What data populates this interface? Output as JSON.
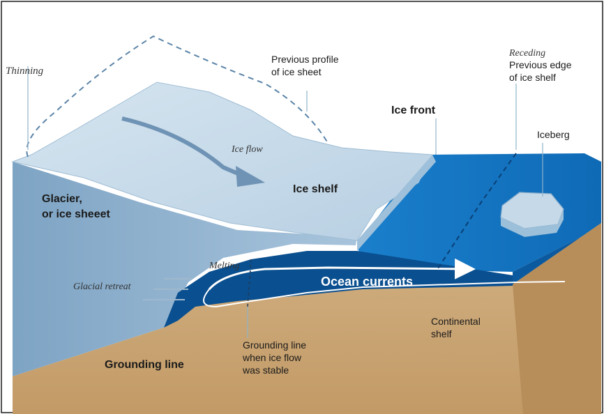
{
  "labels": {
    "thinning": "Thinning",
    "previous_profile": [
      "Previous profile",
      "of ice sheet"
    ],
    "receding": "Receding",
    "previous_edge": [
      "Previous edge",
      "of ice shelf"
    ],
    "ice_front": "Ice front",
    "iceberg": "Iceberg",
    "ice_flow": "Ice flow",
    "ice_shelf": "Ice shelf",
    "glacier": [
      "Glacier,",
      "or ice sheeet"
    ],
    "melting": "Melting",
    "glacial_retreat": "Glacial retreat",
    "ocean_currents": "Ocean currents",
    "grounding_line": "Grounding line",
    "grounding_line_stable": [
      "Grounding line",
      "when ice flow",
      "was stable"
    ],
    "continental_shelf": [
      "Continental",
      "shelf"
    ]
  },
  "colors": {
    "ice_top": "#c9dcea",
    "ice_side": "#8fb0cc",
    "ocean_top": "#1477c4",
    "ocean_side": "#0d5fa6",
    "cavity": "#0a4f8f",
    "rock_top": "#caa77a",
    "rock_side": "#b98f5c",
    "frame": "#1a1a1a"
  }
}
